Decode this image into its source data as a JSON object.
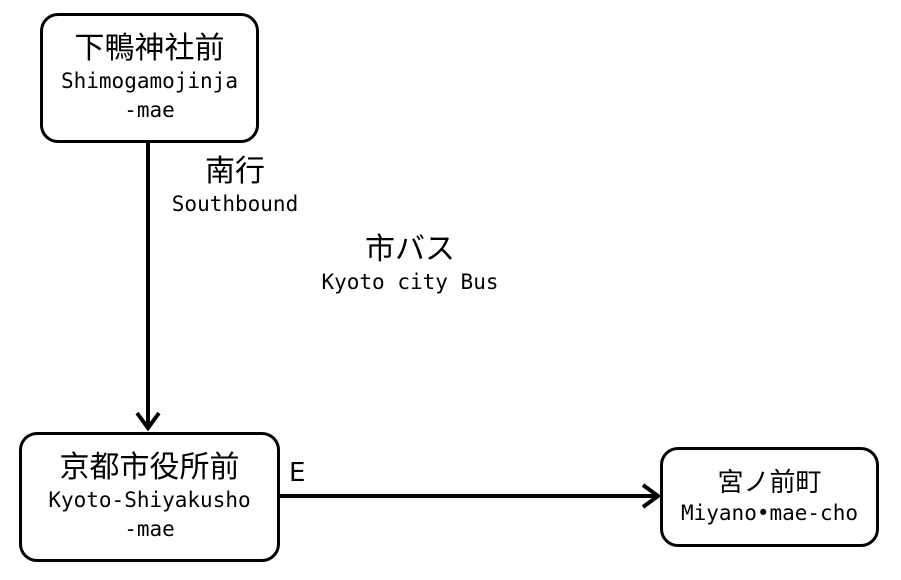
{
  "nodes": {
    "shimogamo": {
      "ja": "下鴨神社前",
      "en_line1": "Shimogamojinja",
      "en_line2": "-mae"
    },
    "shiyakusho": {
      "ja": "京都市役所前",
      "en_line1": "Kyoto-Shiyakusho",
      "en_line2": "-mae"
    },
    "miyanomae": {
      "ja": "宮ノ前町",
      "en_line1": "Miyano•mae-cho"
    }
  },
  "labels": {
    "direction": {
      "ja": "南行",
      "en": "Southbound"
    },
    "operator": {
      "ja": "市バス",
      "en": "Kyoto city Bus"
    },
    "exit": "E"
  },
  "colors": {
    "line": "#000000",
    "background": "#ffffff"
  }
}
